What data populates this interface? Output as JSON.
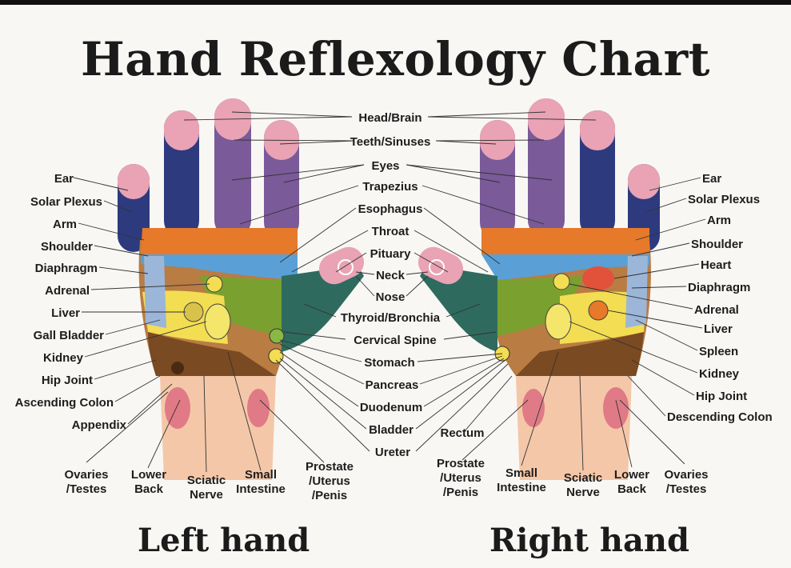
{
  "title": "Hand Reflexology Chart",
  "hand_labels": {
    "left": "Left hand",
    "right": "Right hand"
  },
  "center_labels": [
    "Head/Brain",
    "Teeth/Sinuses",
    "Eyes",
    "Trapezius",
    "Esophagus",
    "Throat",
    "Pituary",
    "Neck",
    "Nose",
    "Thyroid/Bronchia",
    "Cervical Spine",
    "Stomach",
    "Pancreas",
    "Duodenum",
    "Bladder",
    "Ureter"
  ],
  "left_side_labels": [
    "Ear",
    "Solar Plexus",
    "Arm",
    "Shoulder",
    "Diaphragm",
    "Adrenal",
    "Liver",
    "Gall Bladder",
    "Kidney",
    "Hip Joint",
    "Ascending Colon",
    "Appendix"
  ],
  "right_side_labels": [
    "Ear",
    "Solar Plexus",
    "Arm",
    "Shoulder",
    "Heart",
    "Diaphragm",
    "Adrenal",
    "Liver",
    "Spleen",
    "Kidney",
    "Hip Joint",
    "Descending Colon"
  ],
  "left_bottom_labels": [
    {
      "l1": "Ovaries",
      "l2": "/Testes"
    },
    {
      "l1": "Lower",
      "l2": "Back"
    },
    {
      "l1": "Sciatic",
      "l2": "Nerve"
    },
    {
      "l1": "Small",
      "l2": "Intestine"
    },
    {
      "l1": "Prostate",
      "l2": "/Uterus",
      "l3": "/Penis"
    }
  ],
  "right_bottom_labels": [
    {
      "l1": "Rectum"
    },
    {
      "l1": "Prostate",
      "l2": "/Uterus",
      "l3": "/Penis"
    },
    {
      "l1": "Small",
      "l2": "Intestine"
    },
    {
      "l1": "Sciatic",
      "l2": "Nerve"
    },
    {
      "l1": "Lower",
      "l2": "Back"
    },
    {
      "l1": "Ovaries",
      "l2": "/Testes"
    }
  ],
  "colors": {
    "fingertip_pink": "#e9a3b4",
    "finger_navy": "#2e3a7e",
    "finger_purple": "#7a5a98",
    "palm_orange": "#e6792a",
    "palm_blue": "#5aa0d6",
    "palm_green": "#7aa12f",
    "palm_yellow": "#f3dd52",
    "palm_brown": "#7a4a22",
    "palm_tan": "#b97c43",
    "wrist_peach": "#f4c7a8",
    "heart_red": "#e2523a"
  }
}
